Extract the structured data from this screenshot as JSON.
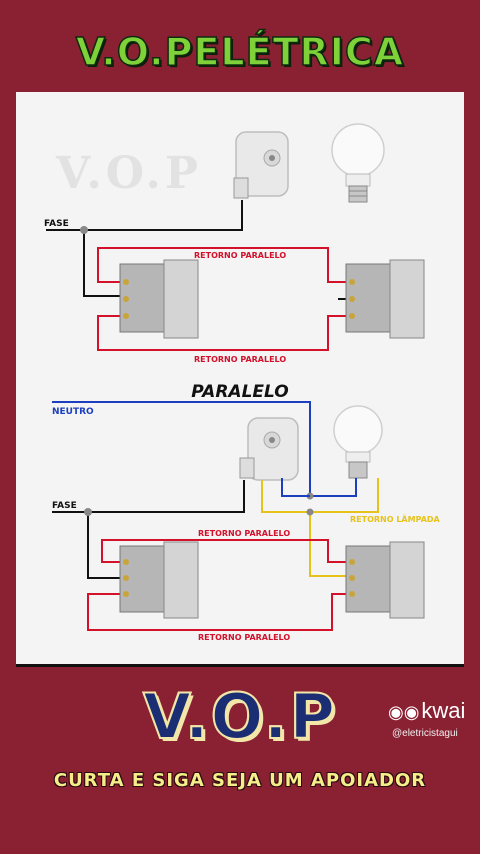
{
  "header": {
    "title": "V.O.PELÉTRICA"
  },
  "diagram": {
    "watermark": "V.O.P",
    "top": {
      "fase": "FASE",
      "retorno_top": "RETORNO PARALELO",
      "retorno_bottom": "RETORNO PARALELO"
    },
    "section_label": "PARALELO",
    "bottom": {
      "neutro": "NEUTRO",
      "fase": "FASE",
      "retorno_top": "RETORNO PARALELO",
      "retorno_bottom": "RETORNO PARALELO",
      "retorno_lampada": "RETORNO LÂMPADA"
    }
  },
  "footer": {
    "brand": "V.O.P",
    "slogan": "CURTA E SIGA SEJA UM APOIADOR",
    "app": "kwai",
    "handle": "@eletricistagui"
  },
  "colors": {
    "background": "#8a2133",
    "fase": "#111111",
    "retorno": "#d3112b",
    "neutro": "#1b3fbf",
    "retorno_lampada": "#e6c21a"
  }
}
